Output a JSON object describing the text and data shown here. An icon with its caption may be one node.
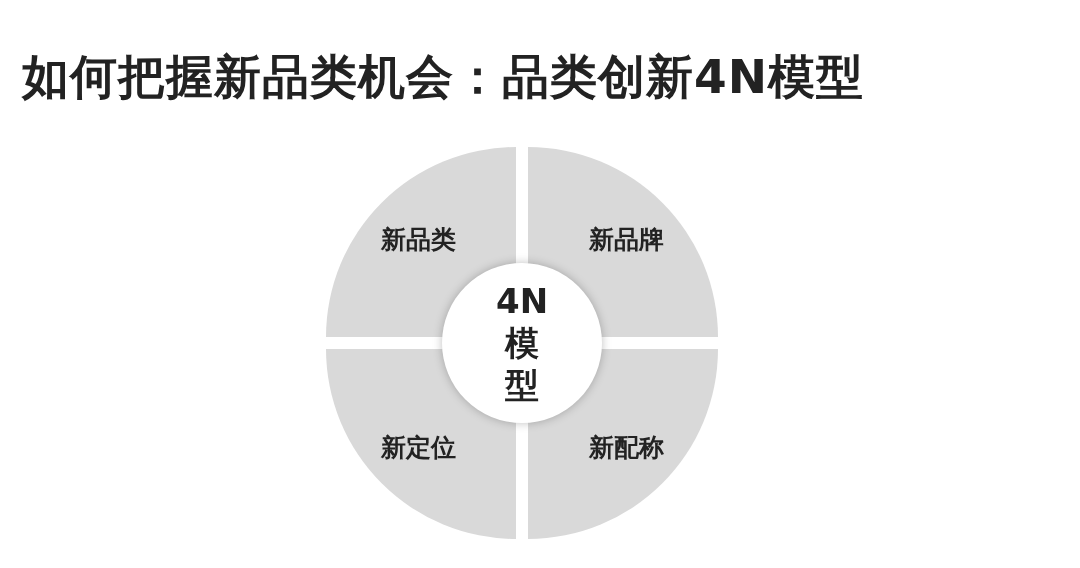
{
  "diagram": {
    "title": "如何把握新品类机会：品类创新4N模型",
    "nodes": [
      {
        "text": [
          "新品类"
        ]
      },
      {
        "text": [
          "新品牌"
        ]
      },
      {
        "text": [
          "新定位"
        ]
      },
      {
        "text": [
          "新配称"
        ]
      },
      {
        "text": [
          "4N模型"
        ]
      }
    ],
    "edges": []
  }
}
